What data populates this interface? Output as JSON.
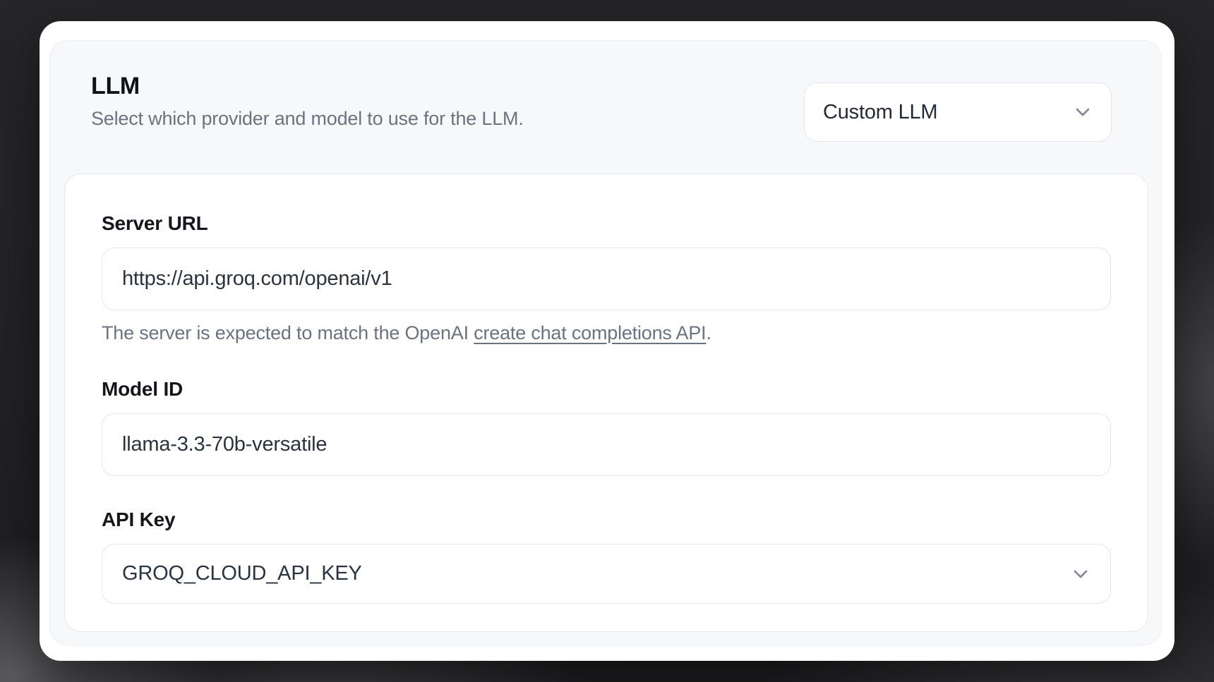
{
  "section": {
    "title": "LLM",
    "subtitle": "Select which provider and model to use for the LLM.",
    "provider_select": {
      "value": "Custom LLM",
      "icon": "chevron-down-icon"
    }
  },
  "form": {
    "server_url": {
      "label": "Server URL",
      "value": "https://api.groq.com/openai/v1",
      "helper": {
        "prefix": "The server is expected to match the OpenAI ",
        "link": "create chat completions API",
        "suffix": "."
      }
    },
    "model_id": {
      "label": "Model ID",
      "value": "llama-3.3-70b-versatile"
    },
    "api_key": {
      "label": "API Key",
      "value": "GROQ_CLOUD_API_KEY",
      "icon": "chevron-down-icon"
    }
  },
  "colors": {
    "backdrop": "#232325",
    "card_background": "#ffffff",
    "section_background": "#f7f8fa",
    "border": "#e4e7ee",
    "text_primary": "#14161b",
    "text_secondary": "#6d7280",
    "input_text": "#2b3340",
    "chevron": "#858b96"
  }
}
